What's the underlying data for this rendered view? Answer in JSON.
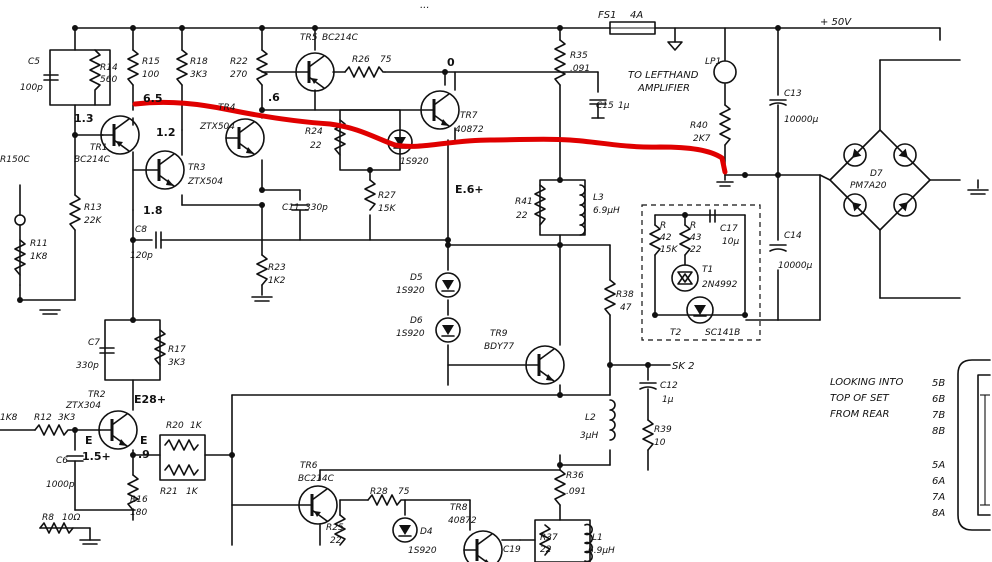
{
  "header_text": "...",
  "rail_label": "+ 50V",
  "fuse": {
    "ref": "FS1",
    "value": "4A"
  },
  "to_left": [
    "TO LEFTHAND",
    "AMPLIFIER"
  ],
  "socket": "SK 2",
  "looking": [
    "LOOKING INTO",
    "TOP OF SET",
    "FROM REAR"
  ],
  "pins_left": [
    "5B",
    "6B",
    "7B",
    "8B",
    "5A",
    "6A",
    "7A",
    "8A"
  ],
  "voltages": {
    "v65": "6.5",
    "v6": ".6",
    "v0": "0",
    "v13": "1.3",
    "v12": "1.2",
    "v18": "1.8",
    "vE6": "E.6+",
    "vE28": "E28+",
    "vE1": "E",
    "vE2": "E",
    "v15": "1.5+",
    "v9": ".9"
  },
  "components": {
    "c5": [
      "C5",
      "100p"
    ],
    "r14": [
      "R14",
      "560"
    ],
    "r15": [
      "R15",
      "100"
    ],
    "r18": [
      "R18",
      "3K3"
    ],
    "r22": [
      "R22",
      "270"
    ],
    "tr5": [
      "TR5",
      "BC214C"
    ],
    "r26": [
      "R26",
      "75"
    ],
    "r35": [
      "R35",
      ".091"
    ],
    "c15": [
      "C15",
      "1μ"
    ],
    "lp1": [
      "LP1"
    ],
    "c13": [
      "C13",
      "10000μ"
    ],
    "r40": [
      "R40",
      "2K7"
    ],
    "tr1": [
      "TR1",
      "BC214C"
    ],
    "tr4": [
      "TR4",
      "ZTX504"
    ],
    "tr3": [
      "TR3",
      "ZTX504"
    ],
    "r24": [
      "R24",
      "22"
    ],
    "tr7": [
      "TR7",
      "40872"
    ],
    "d3": [
      "1S920"
    ],
    "d7": [
      "D7",
      "PM7A20"
    ],
    "r150c": [
      "R150C"
    ],
    "r13": [
      "R13",
      "22K"
    ],
    "c11": [
      "C11",
      "330p"
    ],
    "r27": [
      "R27",
      "15K"
    ],
    "r41": [
      "R41",
      "22"
    ],
    "l3": [
      "L3",
      "6.9μH"
    ],
    "c17": [
      "C17",
      "10μ"
    ],
    "r42": [
      "R",
      "42",
      "15K"
    ],
    "r43": [
      "R",
      "43",
      "22"
    ],
    "c14": [
      "C14",
      "10000μ"
    ],
    "c8": [
      "C8",
      "120p"
    ],
    "r11": [
      "R11",
      "1K8"
    ],
    "r23": [
      "R23",
      "1K2"
    ],
    "d5": [
      "D5",
      "1S920"
    ],
    "d6": [
      "D6",
      "1S920"
    ],
    "t1": [
      "T1",
      "2N4992"
    ],
    "r38": [
      "R38",
      "47"
    ],
    "t2": [
      "T2",
      "SC141B"
    ],
    "c7": [
      "C7",
      "330p"
    ],
    "r17": [
      "R17",
      "3K3"
    ],
    "tr9": [
      "TR9",
      "BDY77"
    ],
    "tr2": [
      "TR2",
      "ZTX304"
    ],
    "c12": [
      "C12",
      "1μ"
    ],
    "r12": [
      "R12",
      "3K3"
    ],
    "r20": [
      "R20",
      "1K"
    ],
    "l2": [
      "L2",
      "3μH"
    ],
    "r39": [
      "R39",
      "10"
    ],
    "c6": [
      "C6",
      "1000p"
    ],
    "r21": [
      "R21",
      "1K"
    ],
    "r16": [
      "R16",
      "180"
    ],
    "r36": [
      "R36",
      ".091"
    ],
    "r8": [
      "R8",
      "10Ω"
    ],
    "tr6": [
      "TR6",
      "BC214C"
    ],
    "r28": [
      "R28",
      "75"
    ],
    "tr8": [
      "TR8",
      "40872"
    ],
    "r25": [
      "R25",
      "22"
    ],
    "d4": [
      "D4",
      "1S920"
    ],
    "r37": [
      "R37",
      "22"
    ],
    "l1": [
      "L1",
      "6.9μH"
    ],
    "c19": [
      "C19"
    ],
    "r1k8": [
      "1K8"
    ]
  },
  "colors": {
    "ink": "#111111",
    "paper": "#ffffff",
    "marker": "#e00000"
  }
}
